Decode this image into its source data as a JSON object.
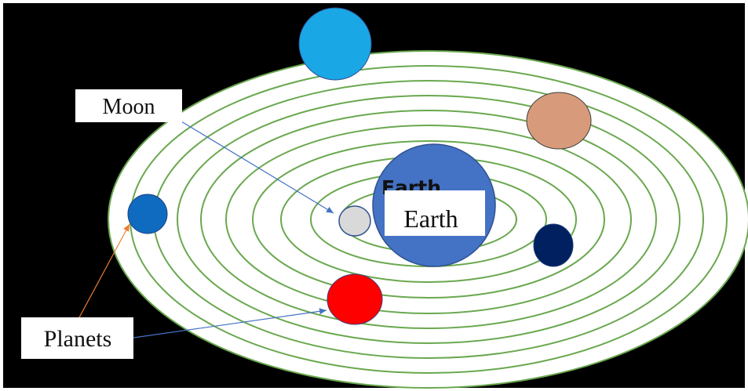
{
  "labels": {
    "moon": "Moon",
    "earth_heading": "Earth",
    "earth_box": "Earth",
    "planets": "Planets"
  },
  "colors": {
    "background": "#000000",
    "orbit_fill": "#ffffff",
    "orbit_stroke": "#6aa84f",
    "earth": "#4472c4",
    "moon": "#d9d9d9",
    "planet_sky_blue": "#1aa7e6",
    "planet_tan": "#d79b7b",
    "planet_blue": "#0e6bbf",
    "planet_navy": "#00205f",
    "planet_red": "#ff0000",
    "arrow_blue": "#4472c4",
    "arrow_orange": "#ed7d31"
  },
  "icons": {
    "sun": "earth-icon",
    "satellite": "moon-icon",
    "bodies": "planet-icon"
  }
}
